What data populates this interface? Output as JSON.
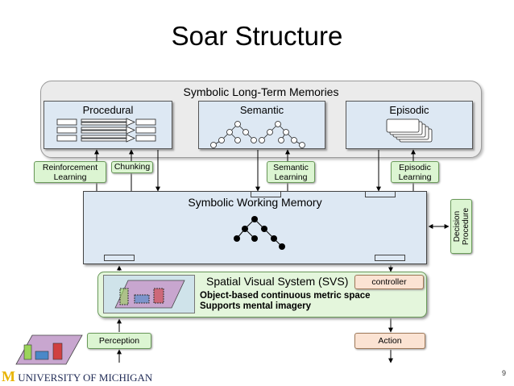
{
  "title": "Soar Structure",
  "ltm": {
    "title": "Symbolic Long-Term Memories",
    "procedural": "Procedural",
    "semantic": "Semantic",
    "episodic": "Episodic"
  },
  "learning": {
    "reinforcement": "Reinforcement Learning",
    "chunking": "Chunking",
    "semantic": "Semantic Learning",
    "episodic": "Episodic Learning"
  },
  "working_memory": {
    "title": "Symbolic Working Memory"
  },
  "decision": {
    "label": "Decision Procedure"
  },
  "svs": {
    "title": "Spatial Visual System (SVS)",
    "controller": "controller",
    "line1": "Object-based continuous metric space",
    "line2": "Supports mental imagery"
  },
  "perception": "Perception",
  "action": "Action",
  "footer": {
    "logo_initial": "M",
    "logo_text": "UNIVERSITY OF MICHIGAN",
    "page": "9"
  },
  "colors": {
    "memory_fill": "#dde8f3",
    "learning_fill": "#dcf5d2",
    "action_fill": "#fbe3d3",
    "logo_gold": "#e8b400",
    "logo_blue": "#1f2a55"
  }
}
